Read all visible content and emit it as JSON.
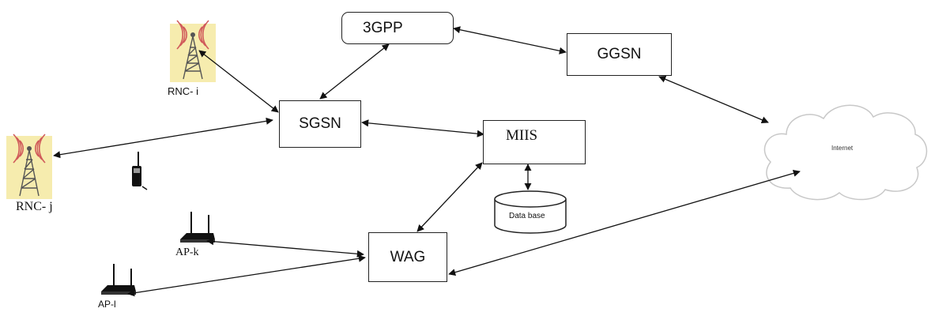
{
  "nodes": {
    "threegpp": "3GPP",
    "ggsn": "GGSN",
    "sgsn": "SGSN",
    "miis": "MIIS",
    "wag": "WAG",
    "database": "Data base",
    "internet": "Internet"
  },
  "devices": {
    "rnc_i": "RNC- i",
    "rnc_j": "RNC- j",
    "ap_k": "AP-k",
    "ap_l": "AP-l"
  },
  "icons": {
    "tower": "cell-tower-icon",
    "mobile": "mobile-phone-icon",
    "router": "wireless-router-icon",
    "cloud": "cloud-icon",
    "database": "database-cylinder-icon"
  },
  "colors": {
    "line": "#111111",
    "tower_bg": "#f6ecae",
    "tower_wave": "#d05a5a"
  }
}
